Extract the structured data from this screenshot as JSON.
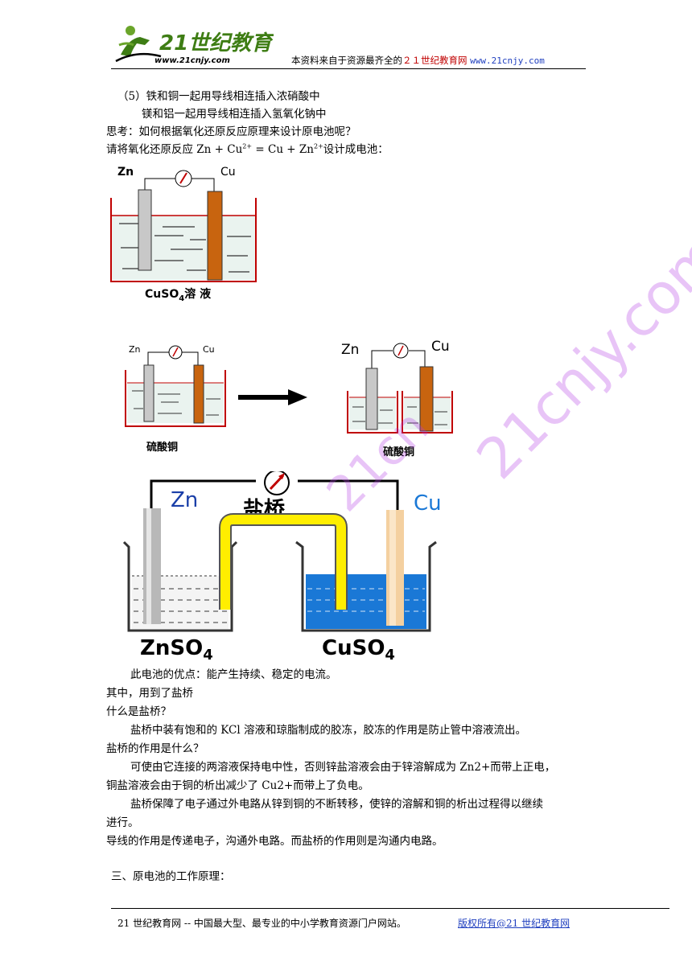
{
  "header": {
    "logo_text": "21世纪教育",
    "logo_url_text": "www.21cnjy.com",
    "prefix": "本资料来自于资源最齐全的",
    "site_name": "２１世纪教育网",
    "site_url": "www.21cnjy.com"
  },
  "body": {
    "line1": "（5）铁和铜一起用导线相连插入浓硝酸中",
    "line2": "镁和铝一起用导线相连插入氢氧化钠中",
    "line3": "思考：如何根据氧化还原反应原理来设计原电池呢？",
    "line4_a": "请将氧化还原反应 Zn + Cu",
    "line4_sup1": "2+",
    "line4_b": " = Cu + Zn",
    "line4_sup2": "2+",
    "line4_c": "设计成电池：",
    "p1": "此电池的优点：能产生持续、稳定的电流。",
    "p2": "其中，用到了盐桥",
    "p3": "什么是盐桥？",
    "p4": "盐桥中装有饱和的 KCl 溶液和琼脂制成的胶冻，胶冻的作用是防止管中溶液流出。",
    "p5": "盐桥的作用是什么？",
    "p6a": "可使由它连接的两溶液保持电中性，否则锌盐溶液会由于锌溶解成为 Zn2+而带上正电，",
    "p6b": "铜盐溶液会由于铜的析出减少了 Cu2+而带上了负电。",
    "p7a": "盐桥保障了电子通过外电路从锌到铜的不断转移，使锌的溶解和铜的析出过程得以继续",
    "p7b": "进行。",
    "p8": "导线的作用是传递电子，沟通外电路。而盐桥的作用则是沟通内电路。",
    "section": "三、原电池的工作原理："
  },
  "figure1": {
    "zn": "Zn",
    "cu": "Cu",
    "caption_main": "CuSO",
    "caption_sub": "4",
    "caption_tail": "溶 液"
  },
  "figure2": {
    "zn_left": "Zn",
    "cu_left": "Cu",
    "caption_left": "硫酸铜",
    "zn_right": "Zn",
    "cu_right": "Cu",
    "caption_right": "硫酸铜"
  },
  "figure3": {
    "zn": "Zn",
    "bridge": "盐桥",
    "cu": "Cu",
    "left_caption": "ZnSO",
    "left_sub": "4",
    "right_caption": "CuSO",
    "right_sub": "4"
  },
  "watermark": {
    "text1": "21cnjy.com",
    "text2": "21cn"
  },
  "footer": {
    "left": "21 世纪教育网 -- 中国最大型、最专业的中小学教育资源门户网站。",
    "right": "版权所有@21 世纪教育网"
  },
  "colors": {
    "red_text": "#c00000",
    "blue_link": "#1f3fbf",
    "copper": "#c8640f",
    "zinc": "#c8c8c8",
    "bridge_yellow": "#ffee00",
    "cuso4_blue": "#1a78d6"
  }
}
